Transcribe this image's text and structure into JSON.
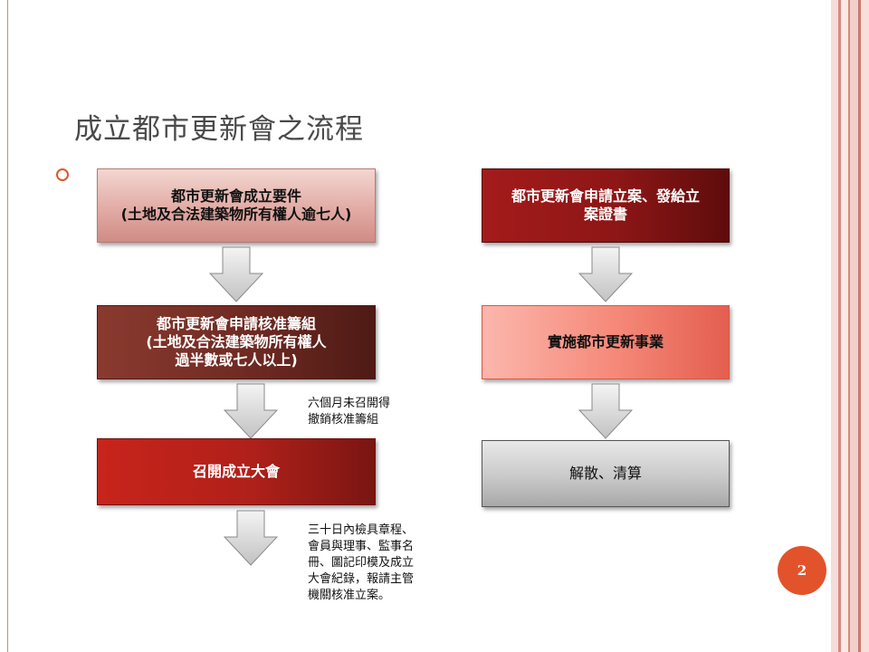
{
  "slide": {
    "title": "成立都市更新會之流程",
    "page_number": "2",
    "accent_color": "#e2532b"
  },
  "flow_left": [
    {
      "label": "都市更新會成立要件\n(土地及合法建築物所有權人逾七人)"
    },
    {
      "label": "都市更新會申請核准籌組\n(土地及合法建築物所有權人\n過半數或七人以上)"
    },
    {
      "label": "召開成立大會"
    }
  ],
  "flow_right": [
    {
      "label": "都市更新會申請立案、發給立\n案證書"
    },
    {
      "label": "實施都市更新事業"
    },
    {
      "label": "解散、清算"
    }
  ],
  "notes": {
    "after_step2": "六個月未召開得\n撤銷核准籌組",
    "after_step3": "三十日內檢具章程、\n會員與理事、監事名\n冊、圖記印模及成立\n大會紀錄，報請主管\n機關核准立案。"
  }
}
